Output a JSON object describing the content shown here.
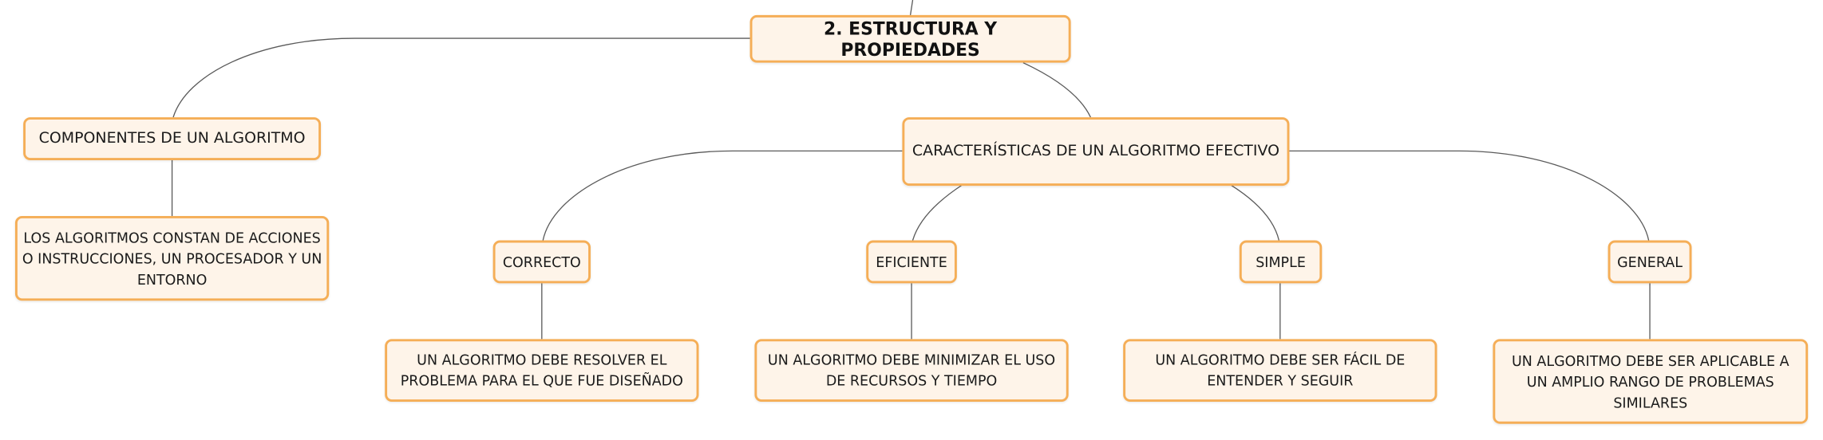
{
  "root": {
    "label": "2. ESTRUCTURA Y PROPIEDADES"
  },
  "componentes": {
    "label": "COMPONENTES DE UN ALGORITMO",
    "detail": "LOS ALGORITMOS CONSTAN DE ACCIONES O INSTRUCCIONES, UN PROCESADOR Y UN ENTORNO"
  },
  "caracteristicas": {
    "label": "CARACTERÍSTICAS DE UN ALGORITMO EFECTIVO",
    "items": [
      {
        "label": "CORRECTO",
        "detail": "UN ALGORITMO DEBE RESOLVER EL PROBLEMA PARA EL QUE FUE DISEÑADO"
      },
      {
        "label": "EFICIENTE",
        "detail": "UN ALGORITMO DEBE MINIMIZAR EL USO DE RECURSOS Y TIEMPO"
      },
      {
        "label": "SIMPLE",
        "detail": "UN ALGORITMO DEBE SER FÁCIL DE ENTENDER Y SEGUIR"
      },
      {
        "label": "GENERAL",
        "detail": "UN ALGORITMO DEBE SER APLICABLE A UN AMPLIO RANGO DE PROBLEMAS SIMILARES"
      }
    ]
  },
  "colors": {
    "node_border": "#f5ae57",
    "node_fill": "#fef4e9",
    "connector": "#5a5a5a"
  }
}
